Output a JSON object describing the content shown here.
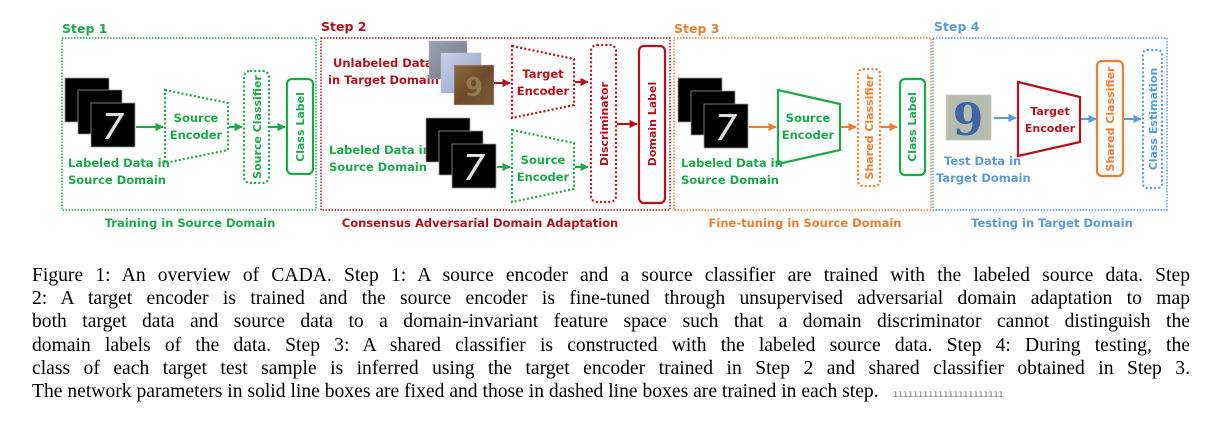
{
  "colors": {
    "green": "#1DA84A",
    "red": "#B5121B",
    "orange": "#ED7D31",
    "blue": "#5B9BD5"
  },
  "steps": [
    {
      "id": "step1",
      "title": "Step 1",
      "subtitle": "Training in Source Domain",
      "color": "green",
      "input_label": [
        "Labeled Data in",
        "Source Domain"
      ],
      "input_image": "mnist-digit-7-stack",
      "encoder": {
        "lines": [
          "Source",
          "Encoder"
        ],
        "style": "dashed",
        "color": "green"
      },
      "classifier": {
        "label": "Source Classifier",
        "style": "dashed",
        "color": "green"
      },
      "output": {
        "label": "Class Label",
        "style": "solid",
        "color": "green"
      }
    },
    {
      "id": "step2",
      "title": "Step 2",
      "subtitle": "Consensus Adversarial Domain Adaptation",
      "color": "red",
      "target_input_label": [
        "Unlabeled Data",
        "in Target Domain"
      ],
      "target_input_image": "svhn-digit-stack",
      "source_input_label": [
        "Labeled Data in",
        "Source Domain"
      ],
      "source_input_image": "mnist-digit-7-stack",
      "target_encoder": {
        "lines": [
          "Target",
          "Encoder"
        ],
        "style": "dashed",
        "color": "red"
      },
      "source_encoder": {
        "lines": [
          "Source",
          "Encoder"
        ],
        "style": "dashed",
        "color": "green"
      },
      "discriminator": {
        "label": "Discriminator",
        "style": "dashed",
        "color": "red"
      },
      "output": {
        "label": "Domain Label",
        "style": "solid",
        "color": "red"
      }
    },
    {
      "id": "step3",
      "title": "Step 3",
      "subtitle": "Fine-tuning in Source Domain",
      "color": "orange",
      "input_label": [
        "Labeled Data in",
        "Source Domain"
      ],
      "input_image": "mnist-digit-7-stack",
      "encoder": {
        "lines": [
          "Source",
          "Encoder"
        ],
        "style": "solid",
        "color": "green"
      },
      "classifier": {
        "label": "Shared Classifier",
        "style": "dashed",
        "color": "orange"
      },
      "output": {
        "label": "Class Label",
        "style": "solid",
        "color": "green"
      }
    },
    {
      "id": "step4",
      "title": "Step 4",
      "subtitle": "Testing in Target Domain",
      "color": "blue",
      "input_label": [
        "Test Data in",
        "Target Domain"
      ],
      "input_image": "svhn-digit-9",
      "input_digit": "9",
      "encoder": {
        "lines": [
          "Target",
          "Encoder"
        ],
        "style": "solid",
        "color": "red"
      },
      "classifier": {
        "label": "Shared Classifier",
        "style": "solid",
        "color": "orange"
      },
      "output": {
        "label": "Class Estimation",
        "style": "dashed",
        "color": "blue"
      }
    }
  ],
  "mnist_digit": "7",
  "caption": {
    "lines": [
      "Figure 1: An overview of CADA. Step 1: A source encoder and a source classifier are trained with the labeled source data. Step",
      "2: A target encoder is trained and the source encoder is fine-tuned through unsupervised adversarial domain adaptation to map",
      "both target data and source data to a domain-invariant feature space such that a domain discriminator cannot distinguish the",
      "domain labels of the data. Step 3: A shared classifier is constructed with the labeled source data. Step 4: During testing, the",
      "class of each target test sample is inferred using the target encoder trained in Step 2 and shared classifier obtained in Step 3.",
      "The network parameters in solid line boxes are fixed and those in dashed line boxes are trained in each step."
    ],
    "watermark": "ꟾ𝄃ꟾꟾꟾꟾꟾꟾꟾꟾꟾꟾꟾꟾꟾꟾꟾꟾꟾ"
  }
}
